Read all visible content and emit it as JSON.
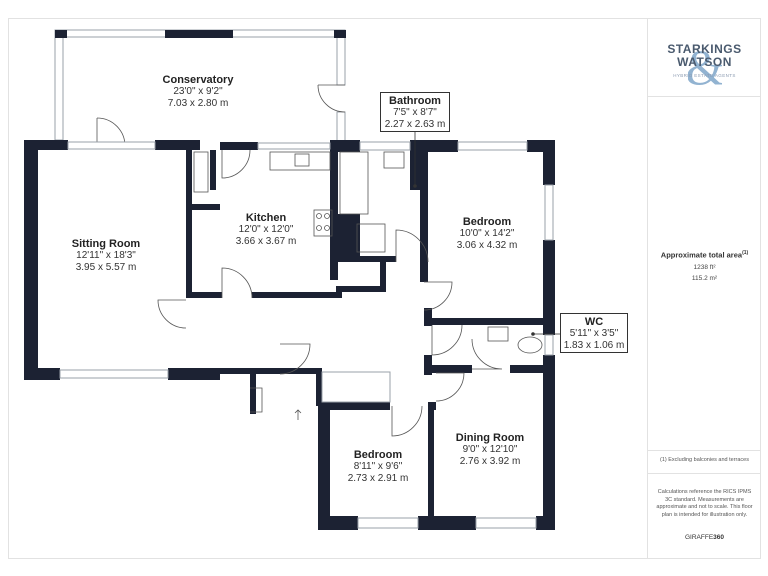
{
  "brand": {
    "line1": "STARKINGS",
    "line2": "WATSON",
    "tagline": "HYBRID ESTATE AGENTS",
    "logo_color": "#7fa6c9"
  },
  "rooms": {
    "conservatory": {
      "name": "Conservatory",
      "imperial": "23'0\" x 9'2\"",
      "metric": "7.03 x 2.80 m"
    },
    "bathroom": {
      "name": "Bathroom",
      "imperial": "7'5\" x 8'7\"",
      "metric": "2.27 x 2.63 m"
    },
    "sitting_room": {
      "name": "Sitting Room",
      "imperial": "12'11\" x 18'3\"",
      "metric": "3.95 x 5.57 m"
    },
    "kitchen": {
      "name": "Kitchen",
      "imperial": "12'0\" x 12'0\"",
      "metric": "3.66 x 3.67 m"
    },
    "bedroom1": {
      "name": "Bedroom",
      "imperial": "10'0\" x 14'2\"",
      "metric": "3.06 x 4.32 m"
    },
    "wc": {
      "name": "WC",
      "imperial": "5'11\" x 3'5\"",
      "metric": "1.83 x 1.06 m"
    },
    "bedroom2": {
      "name": "Bedroom",
      "imperial": "8'11\" x 9'6\"",
      "metric": "2.73 x 2.91 m"
    },
    "dining_room": {
      "name": "Dining Room",
      "imperial": "9'0\" x 12'10\"",
      "metric": "2.76 x 3.92 m"
    }
  },
  "area": {
    "title": "Approximate total area",
    "sup": "(1)",
    "ft": "1238 ft²",
    "m": "115.2 m²"
  },
  "notes": {
    "excluding": "(1) Excluding balconies and terraces",
    "disclaimer": "Calculations reference the RICS IPMS 3C standard. Measurements are approximate and not to scale. This floor plan is intended for illustration only.",
    "giraffe_a": "GIRAFFE",
    "giraffe_b": "360"
  },
  "colors": {
    "wall": "#1c2233",
    "glass": "#9aa0a8"
  }
}
